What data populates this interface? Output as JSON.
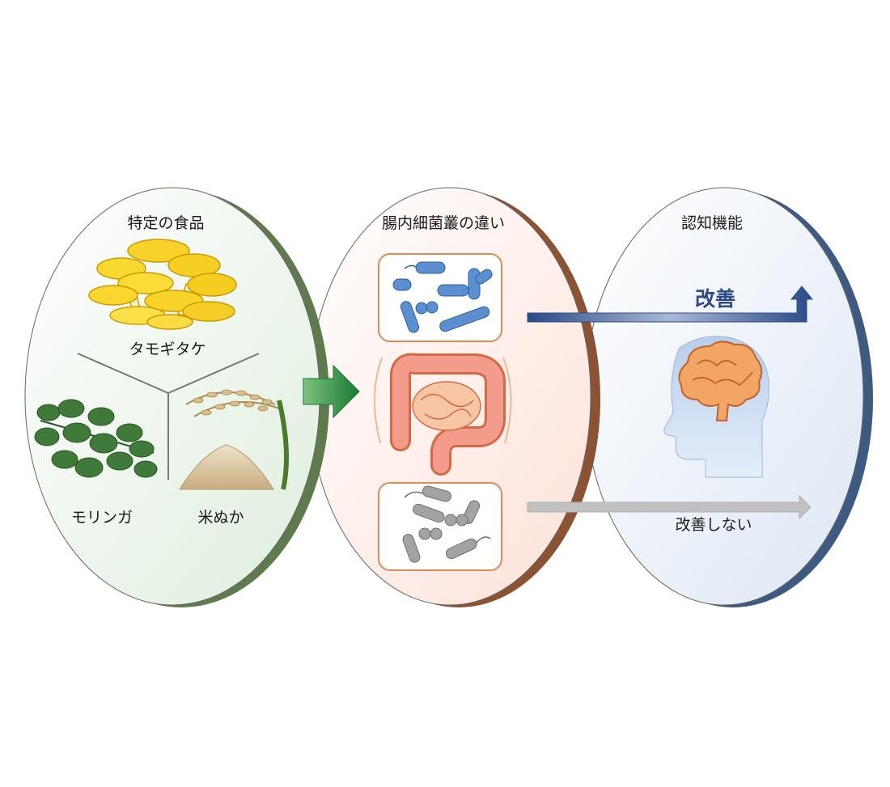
{
  "food_panel": {
    "heading": "特定の食品",
    "items": [
      {
        "label": "タモギタケ",
        "icon": "mushroom-icon"
      },
      {
        "label": "モリンガ",
        "icon": "moringa-leaf-icon"
      },
      {
        "label": "米ぬか",
        "icon": "rice-bran-icon"
      }
    ],
    "color": "#6e8a5c"
  },
  "gut_panel": {
    "heading": "腸内細菌叢の違い",
    "icons": [
      "blue-bacteria-icon",
      "intestine-icon",
      "gray-bacteria-icon"
    ],
    "color": "#a0684e"
  },
  "cognition_panel": {
    "heading": "認知機能",
    "improve_label": "改善",
    "no_improve_label": "改善しない",
    "icons": [
      "brain-head-icon"
    ],
    "color": "#4a6a96"
  },
  "colors": {
    "improve_arrow": "#2e4d8a",
    "no_improve_arrow": "#bdbdbd",
    "flow_arrow": "#1f8a3a",
    "bacteria_good": "#5b8fd0",
    "bacteria_bad": "#9a9a9a",
    "intestine": "#f08e7e",
    "brain": "#f3a565"
  }
}
